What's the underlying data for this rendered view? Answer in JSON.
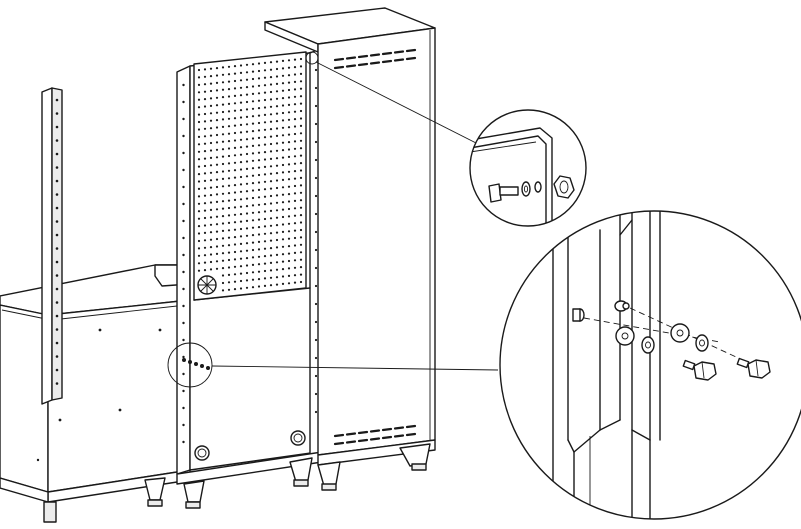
{
  "diagram": {
    "type": "assembly-instruction",
    "line_color": "#1a1a1a",
    "background": "#ffffff",
    "components": [
      "side-rail",
      "base-cabinet",
      "pegboard-panel",
      "tall-locker-cabinet",
      "detail-callout-upper",
      "detail-callout-lower"
    ],
    "hardware": [
      "bolt",
      "washer",
      "nut"
    ],
    "pegboard": {
      "columns": 18,
      "rows": 31
    }
  }
}
